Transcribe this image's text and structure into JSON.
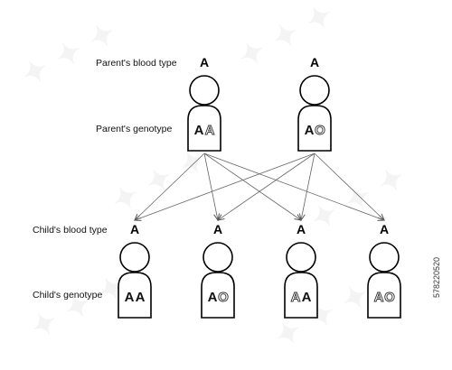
{
  "labels": {
    "parent_blood_type": "Parent's blood type",
    "parent_genotype": "Parent's genotype",
    "child_blood_type": "Child's blood type",
    "child_genotype": "Child's genotype"
  },
  "parents": [
    {
      "blood": "A",
      "genotype": [
        "A",
        "A"
      ],
      "style": [
        "solid",
        "outline"
      ]
    },
    {
      "blood": "A",
      "genotype": [
        "A",
        "O"
      ],
      "style": [
        "solid",
        "outline"
      ]
    }
  ],
  "children": [
    {
      "blood": "A",
      "genotype": [
        "A",
        "A"
      ],
      "style": [
        "solid",
        "solid"
      ]
    },
    {
      "blood": "A",
      "genotype": [
        "A",
        "O"
      ],
      "style": [
        "solid",
        "outline"
      ]
    },
    {
      "blood": "A",
      "genotype": [
        "A",
        "A"
      ],
      "style": [
        "outline",
        "solid"
      ]
    },
    {
      "blood": "A",
      "genotype": [
        "A",
        "O"
      ],
      "style": [
        "outline",
        "outline"
      ]
    }
  ],
  "side_id": "578220520",
  "colors": {
    "stroke": "#000000",
    "arrow": "#666666",
    "background": "#ffffff"
  }
}
